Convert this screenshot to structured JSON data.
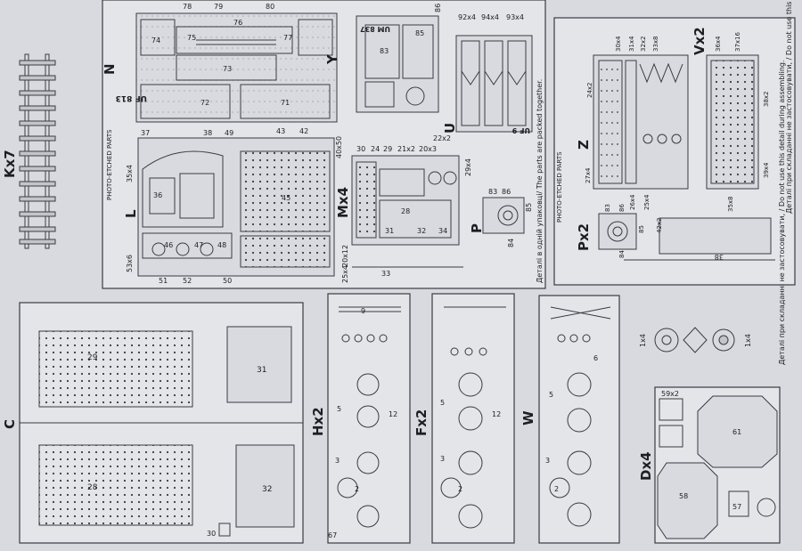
{
  "colors": {
    "paper": "#d9dadf",
    "ink": "#1d1d22",
    "panel": "#e4e5e9",
    "frame": "#3a3a40",
    "tone": "#c4c5cb"
  },
  "sprues": {
    "kx": {
      "code": "Kx7"
    },
    "c": {
      "code": "C",
      "parts": [
        "29",
        "28",
        "31",
        "32",
        "30"
      ]
    },
    "hx": {
      "code": "Hx2",
      "parts": [
        "9",
        "5",
        "12",
        "3",
        "2",
        "67"
      ]
    },
    "fx": {
      "code": "Fx2",
      "parts": [
        "5",
        "12",
        "3",
        "2"
      ]
    },
    "w": {
      "code": "W",
      "parts": [
        "5",
        "3",
        "2",
        "6"
      ]
    },
    "dx": {
      "code": "Dx4",
      "parts": [
        "59x2",
        "61",
        "58",
        "57"
      ]
    },
    "n": {
      "code": "N",
      "parts": [
        "78",
        "79",
        "76",
        "80",
        "74",
        "75",
        "73",
        "77",
        "72",
        "71"
      ],
      "stamp": "UF 813"
    },
    "y": {
      "code": "Y",
      "parts": [
        "83",
        "85",
        "86"
      ],
      "stamp": "UM 837"
    },
    "u": {
      "code": "U",
      "parts": [
        "92x4",
        "94x4",
        "93x4"
      ],
      "stamp": "UF 9"
    },
    "l": {
      "code": "L",
      "parts": [
        "37",
        "38",
        "49",
        "43",
        "42",
        "35x4",
        "36",
        "46",
        "47",
        "48",
        "45",
        "53x6",
        "51",
        "52",
        "50",
        "40x50"
      ]
    },
    "mx": {
      "code": "Mx4",
      "parts": [
        "30",
        "24",
        "29",
        "21x2",
        "20x3",
        "22x2",
        "29x4",
        "28",
        "31",
        "32",
        "33",
        "34",
        "20x12",
        "25x4"
      ]
    },
    "p": {
      "code": "P",
      "parts": [
        "83",
        "86",
        "84",
        "85"
      ]
    },
    "px": {
      "code": "Px2",
      "parts": [
        "83",
        "86",
        "84",
        "85"
      ]
    },
    "z": {
      "code": "Z",
      "parts": [
        "30x4",
        "31x4",
        "32x2",
        "33x8",
        "24x2",
        "27x4",
        "26x4",
        "25x4",
        "42x2",
        "38"
      ]
    },
    "vx": {
      "code": "Vx2",
      "parts": [
        "36x4",
        "37x16",
        "38x2",
        "39x4",
        "35x8"
      ]
    }
  },
  "captions": {
    "photo_etched_1": "PHOTO-ETCHED PARTS",
    "photo_etched_2": "PHOTO-ETCHED PARTS",
    "packed_note": "Деталі в одній упаковці/ The parts are packed together.",
    "unused_note": "Деталі при складанні не застосовувати, / Do not use this detail during assembling.",
    "wheel_1x4_a": "1x4",
    "wheel_1x4_b": "1x4"
  }
}
